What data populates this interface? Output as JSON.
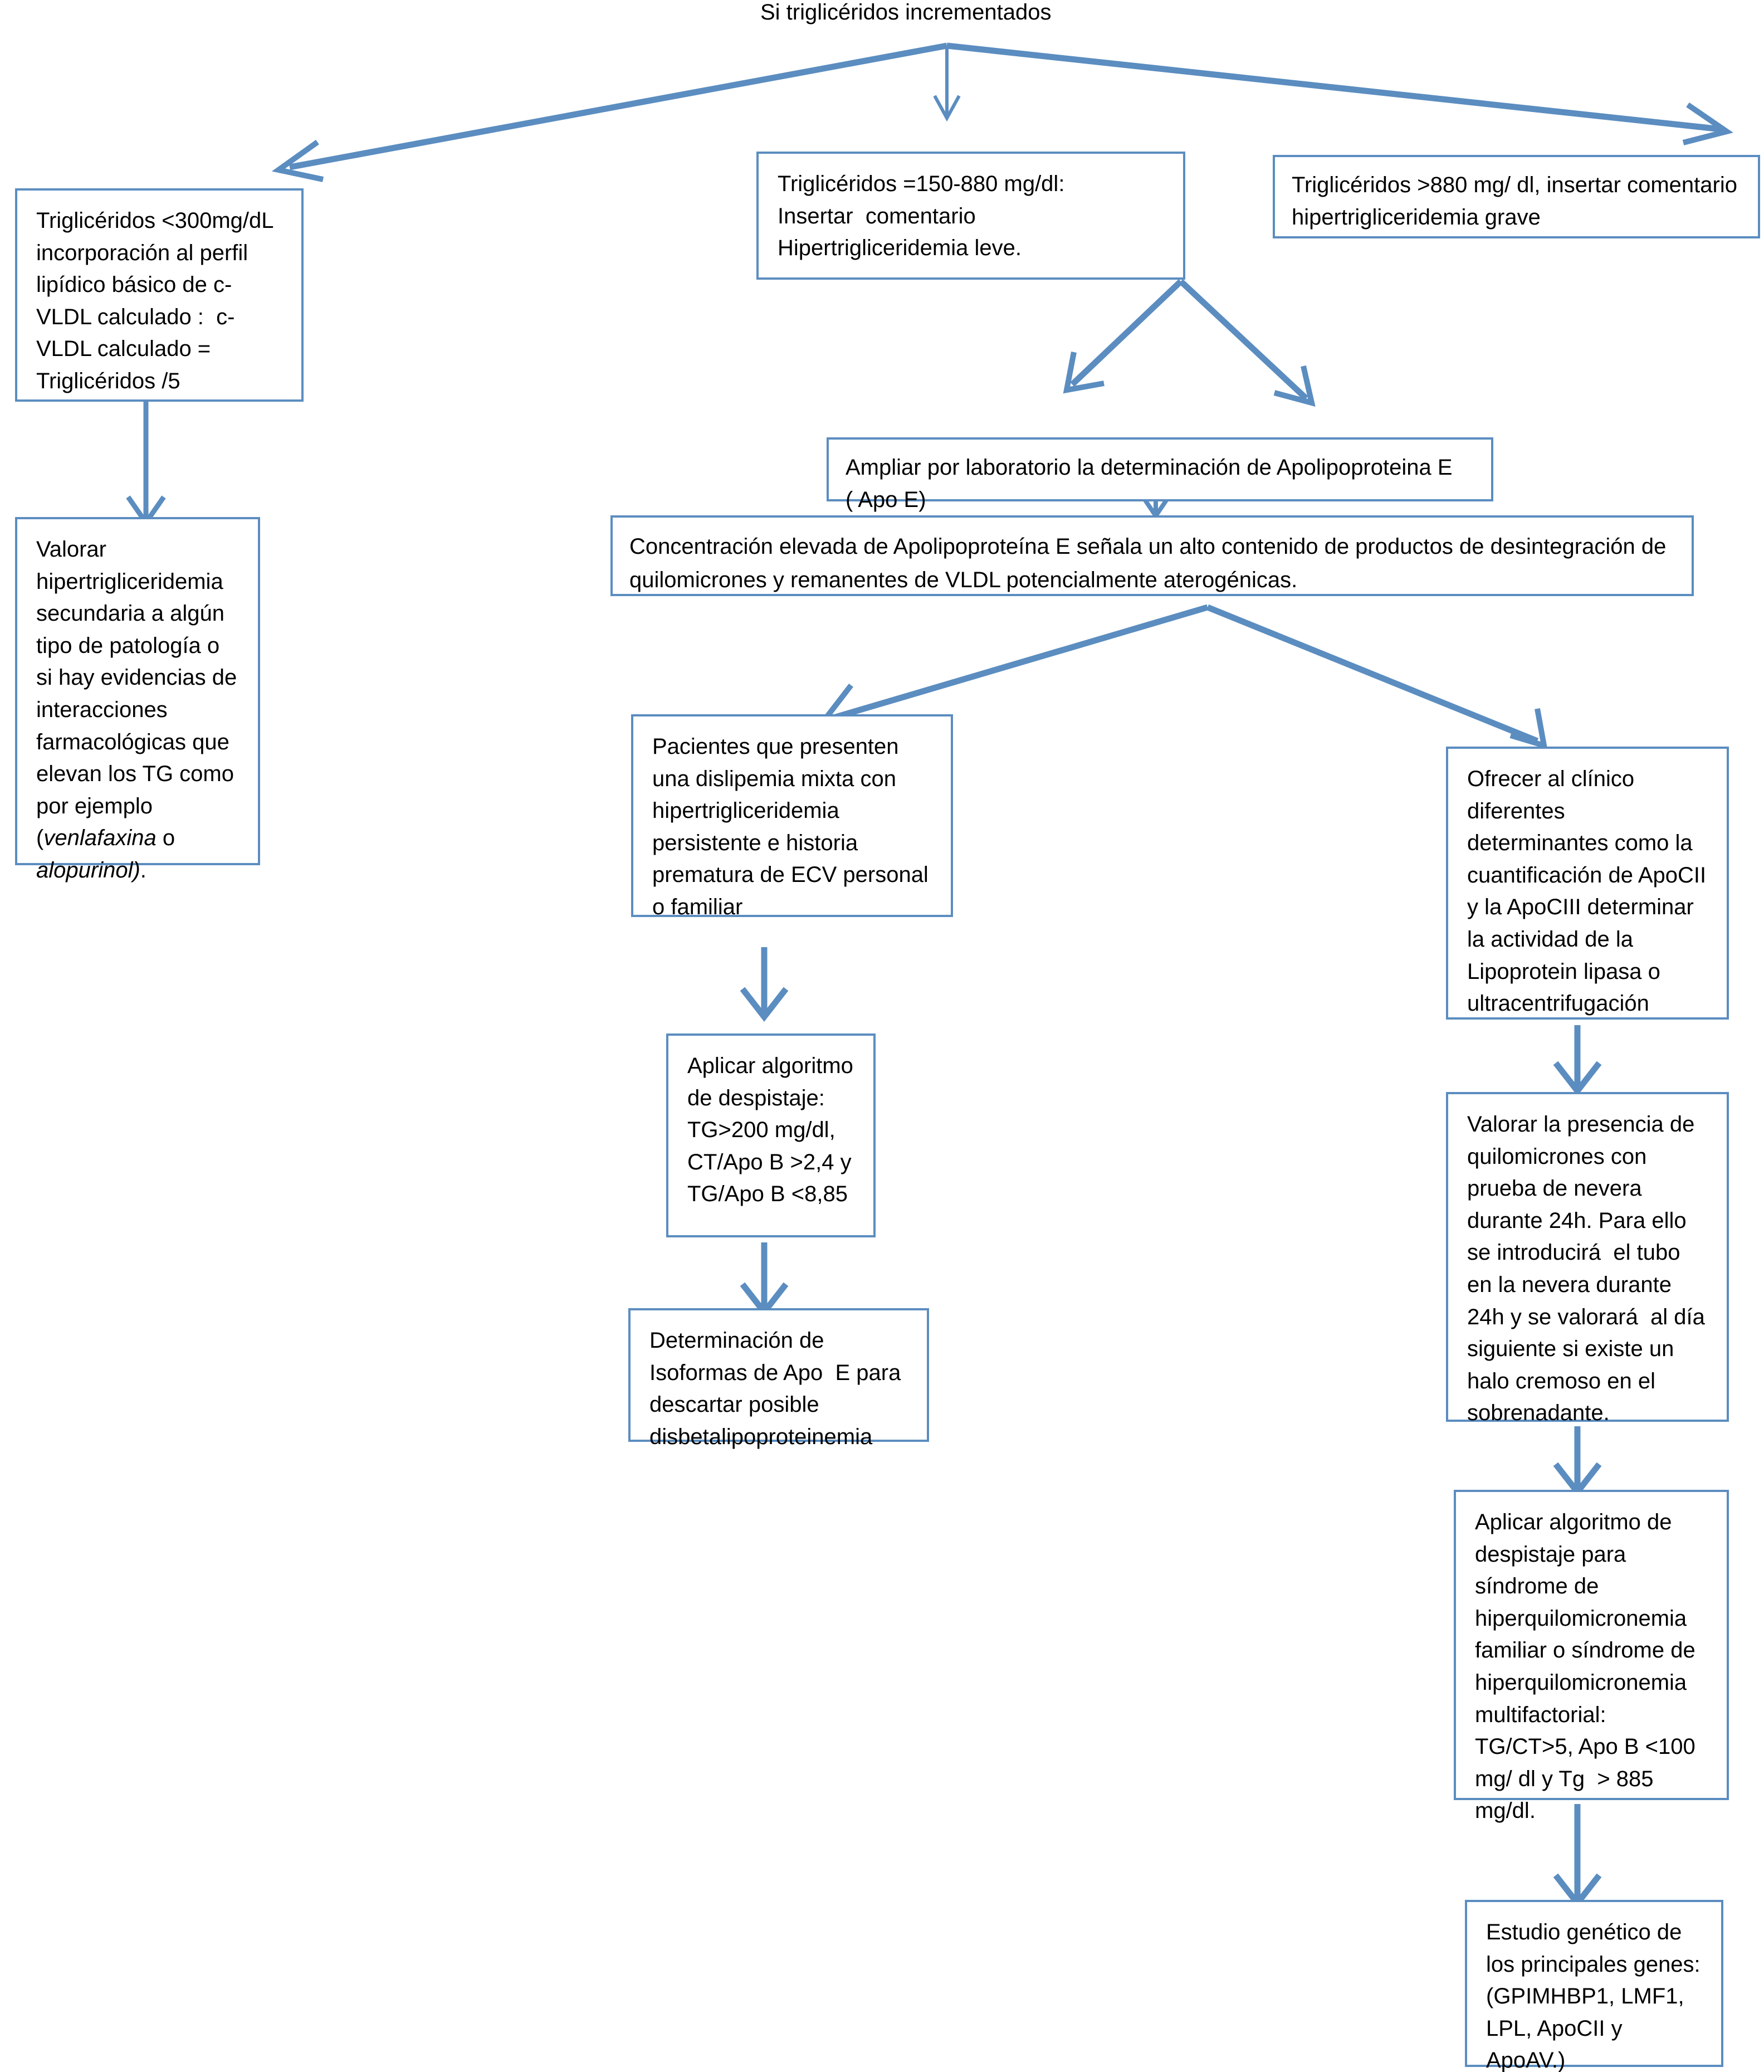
{
  "diagram": {
    "title": "Si triglicéridos incrementados",
    "accent_color": "#5B8DC0",
    "background_color": "#FFFFFF",
    "text_color": "#000000",
    "type": "flowchart",
    "nodes": [
      {
        "id": "root",
        "name": "root-label",
        "text": "Si triglicéridos incrementados"
      },
      {
        "id": "tg300",
        "name": "node-triglicéridos-menor-300",
        "text": "Triglicéridos <300mg/dL incorporación al perfil lipídico básico de c-VLDL calculado :  c-VLDL calculado = Triglicéridos /5"
      },
      {
        "id": "tg150",
        "name": "node-triglicéridos-150-880",
        "text": "Triglicéridos =150-880 mg/dl:\nInsertar  comentario\nHipertrigliceridemia leve."
      },
      {
        "id": "tg880",
        "name": "node-triglicéridos-mayor-880",
        "text": "Triglicéridos >880 mg/ dl, insertar comentario hipertrigliceridemia grave"
      },
      {
        "id": "valorar_secundaria",
        "name": "node-valorar-hipertrigliceridemia-secundaria",
        "text_parts": [
          {
            "t": "Valorar hipertrigliceridemia secundaria a algún tipo de patología o si hay evidencias de interacciones farmacológicas que elevan los TG como por ejemplo (",
            "i": false
          },
          {
            "t": "venlafaxina",
            "i": true
          },
          {
            "t": " o ",
            "i": false
          },
          {
            "t": "alopurinol)",
            "i": true
          },
          {
            "t": ".",
            "i": false
          }
        ]
      },
      {
        "id": "ampliar_apoe",
        "name": "node-ampliar-determinacion-apo-e",
        "text": "Ampliar por laboratorio la determinación de Apolipoproteina E\n( Apo E)"
      },
      {
        "id": "concentracion",
        "name": "node-concentracion-elevada-apo-e",
        "text": "Concentración elevada de Apolipoproteína E señala un alto contenido de productos de desintegración de quilomicrones y remanentes de VLDL potencialmente aterogénicas."
      },
      {
        "id": "pacientes",
        "name": "node-pacientes-dislipemia-mixta",
        "text": "Pacientes que presenten una dislipemia mixta con hipertrigliceridemia persistente e historia prematura de ECV personal o familiar"
      },
      {
        "id": "ofrecer",
        "name": "node-ofrecer-al-clinico-determinantes",
        "text": "Ofrecer al clínico diferentes determinantes como la cuantificación de ApoCII y la ApoCIII determinar la actividad de la Lipoprotein lipasa o ultracentrifugación"
      },
      {
        "id": "aplicar_despistaje",
        "name": "node-aplicar-algoritmo-despistaje",
        "text": "Aplicar algoritmo de despistaje: TG>200 mg/dl, CT/Apo B >2,4 y TG/Apo B <8,85"
      },
      {
        "id": "isoformas",
        "name": "node-determinacion-isoformas-apo-e",
        "text": "Determinación de Isoformas de Apo  E para descartar posible disbetalipoproteinemia"
      },
      {
        "id": "valorar_quilomicrones",
        "name": "node-valorar-presencia-quilomicrones",
        "text": "Valorar la presencia de quilomicrones con prueba de nevera durante 24h. Para ello se introducirá  el tubo en la nevera durante 24h y se valorará  al día siguiente si existe un halo cremoso en el sobrenadante."
      },
      {
        "id": "despistaje_sindrome",
        "name": "node-aplicar-algoritmo-sindrome-hiperquilomicronemia",
        "text": "Aplicar algoritmo de despistaje para síndrome de hiperquilomicronemia familiar o síndrome de hiperquilomicronemia multifactorial: TG/CT>5, Apo B <100 mg/ dl y Tg  > 885 mg/dl."
      },
      {
        "id": "estudio_genetico",
        "name": "node-estudio-genetico-principales-genes",
        "text": "Estudio genético de los principales genes:  (GPIMHBP1, LMF1, LPL, ApoCII y ApoAV.)"
      }
    ],
    "edges": [
      {
        "from": "root",
        "to": "tg300",
        "name": "edge-root-to-tg300"
      },
      {
        "from": "root",
        "to": "tg150",
        "name": "edge-root-to-tg150"
      },
      {
        "from": "root",
        "to": "tg880",
        "name": "edge-root-to-tg880"
      },
      {
        "from": "tg300",
        "to": "valorar_secundaria",
        "name": "edge-tg300-to-valorar-secundaria"
      },
      {
        "from": "tg150",
        "to": "ampliar_apoe-left",
        "name": "edge-tg150-left"
      },
      {
        "from": "tg150",
        "to": "ampliar_apoe-right",
        "name": "edge-tg150-right"
      },
      {
        "from": "ampliar_apoe",
        "to": "concentracion",
        "name": "edge-ampliar-to-concentracion"
      },
      {
        "from": "concentracion",
        "to": "pacientes",
        "name": "edge-concentracion-to-pacientes"
      },
      {
        "from": "concentracion",
        "to": "ofrecer",
        "name": "edge-concentracion-to-ofrecer"
      },
      {
        "from": "pacientes",
        "to": "aplicar_despistaje",
        "name": "edge-pacientes-to-aplicar"
      },
      {
        "from": "aplicar_despistaje",
        "to": "isoformas",
        "name": "edge-aplicar-to-isoformas"
      },
      {
        "from": "ofrecer",
        "to": "valorar_quilomicrones",
        "name": "edge-ofrecer-to-valorar"
      },
      {
        "from": "valorar_quilomicrones",
        "to": "despistaje_sindrome",
        "name": "edge-valorar-to-despistaje"
      },
      {
        "from": "despistaje_sindrome",
        "to": "estudio_genetico",
        "name": "edge-despistaje-to-estudio"
      }
    ]
  }
}
